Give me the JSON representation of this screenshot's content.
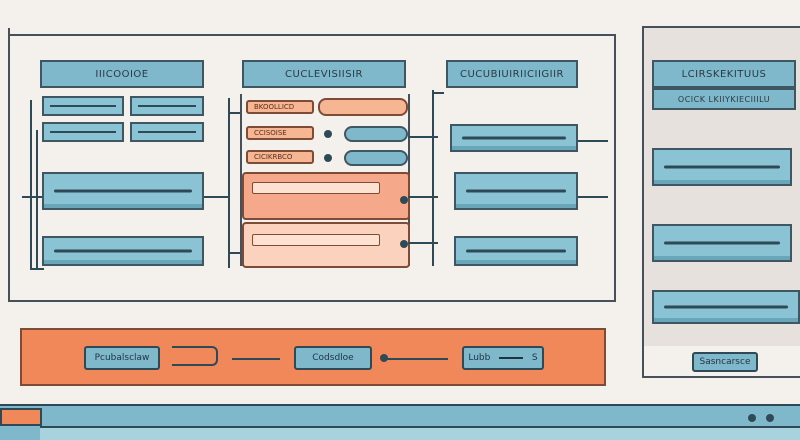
{
  "columns": {
    "col1": {
      "header": "IIICOOIOE"
    },
    "col2": {
      "header": "CUCLEVISIISIR",
      "rows": [
        "BKOOLLICD",
        "CCISOISE",
        "CICIKRBCO"
      ]
    },
    "col3": {
      "header": "CUCUBIUIRIICIIGIIR"
    },
    "col4": {
      "header": "LCIRSKEKITUUS",
      "subheader": "OCICK LKIIYKIECIIILU"
    }
  },
  "flow": {
    "chip1": "Pcubalsclaw",
    "chip2": "Codsdloe",
    "chip3": "Lubb",
    "chip3_suffix": "S",
    "footer_chip": "Sasncarsce"
  },
  "colors": {
    "teal": "#8ac3d3",
    "orange": "#f0885a",
    "background": "#f4f1ec"
  }
}
